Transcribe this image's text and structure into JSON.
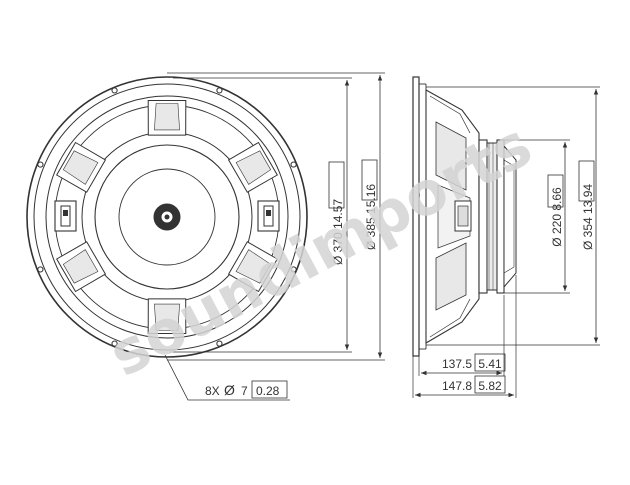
{
  "watermark": "soundimports",
  "front_view": {
    "bolt_callout": {
      "count": "8X",
      "symbol": "Ø",
      "mm": "7",
      "inch": "0.28"
    }
  },
  "dim_370": {
    "symbol": "Ø",
    "mm": "370",
    "inch": "14.57"
  },
  "dim_385": {
    "symbol": "Ø",
    "mm": "385",
    "inch": "15.16"
  },
  "dim_220": {
    "symbol": "Ø",
    "mm": "220",
    "inch": "8.66"
  },
  "dim_354": {
    "symbol": "Ø",
    "mm": "354",
    "inch": "13.94"
  },
  "depth_137": {
    "mm": "137.5",
    "inch": "5.41"
  },
  "depth_147": {
    "mm": "147.8",
    "inch": "5.82"
  },
  "colors": {
    "line": "#333333",
    "gray_fill": "#e8e8e8",
    "watermark": "#d4d4d4"
  }
}
